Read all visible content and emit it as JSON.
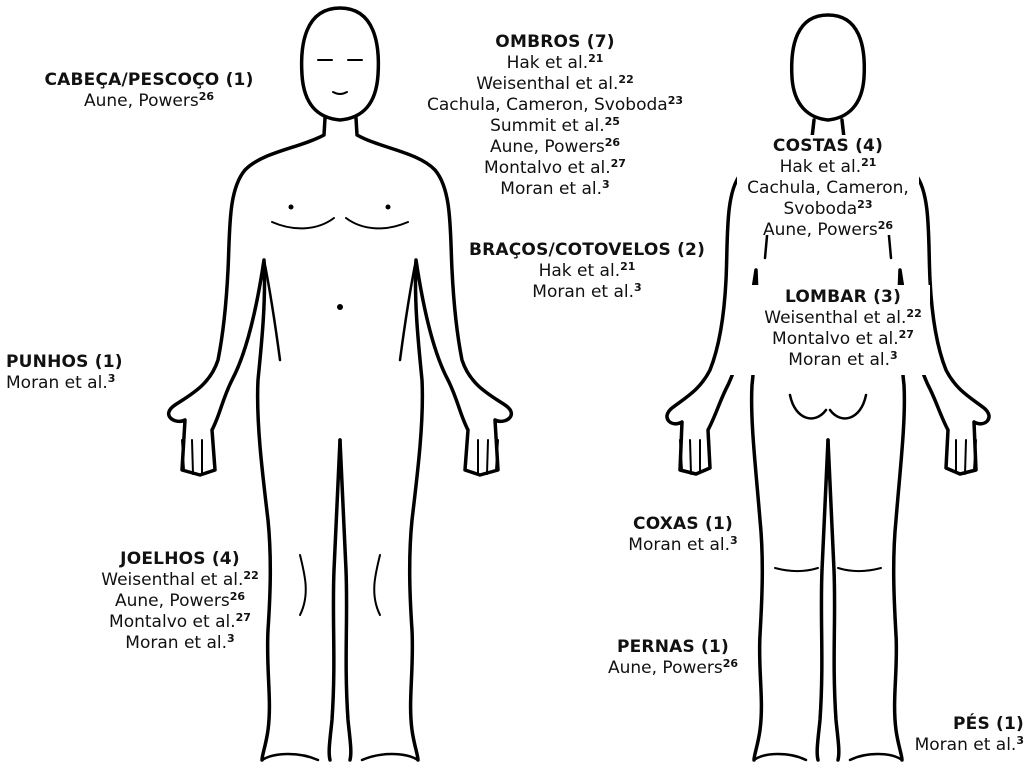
{
  "regions": {
    "head_neck": {
      "title": "CABEÇA/PESCOÇO (1)",
      "refs": [
        {
          "text": "Aune, Powers",
          "sup": "26"
        }
      ]
    },
    "shoulders": {
      "title": "OMBROS (7)",
      "refs": [
        {
          "text": "Hak et al.",
          "sup": "21"
        },
        {
          "text": "Weisenthal et al.",
          "sup": "22"
        },
        {
          "text": "Cachula, Cameron, Svoboda",
          "sup": "23"
        },
        {
          "text": "Summit et al.",
          "sup": "25"
        },
        {
          "text": "Aune, Powers",
          "sup": "26"
        },
        {
          "text": "Montalvo et al.",
          "sup": "27"
        },
        {
          "text": "Moran et al.",
          "sup": "3"
        }
      ]
    },
    "back": {
      "title": "COSTAS (4)",
      "refs": [
        {
          "text": "Hak et al.",
          "sup": "21"
        },
        {
          "text": "Cachula, Cameron,",
          "sup": ""
        },
        {
          "text": "Svoboda",
          "sup": "23"
        },
        {
          "text": "Aune, Powers",
          "sup": "26"
        }
      ]
    },
    "arms_elbows": {
      "title": "BRAÇOS/COTOVELOS (2)",
      "refs": [
        {
          "text": "Hak et al.",
          "sup": "21"
        },
        {
          "text": "Moran et al.",
          "sup": "3"
        }
      ]
    },
    "lumbar": {
      "title": "LOMBAR (3)",
      "refs": [
        {
          "text": "Weisenthal et al.",
          "sup": "22"
        },
        {
          "text": "Montalvo et al.",
          "sup": "27"
        },
        {
          "text": "Moran et al.",
          "sup": "3"
        }
      ]
    },
    "wrists": {
      "title": "PUNHOS (1)",
      "refs": [
        {
          "text": "Moran et al.",
          "sup": "3"
        }
      ]
    },
    "thighs": {
      "title": "COXAS (1)",
      "refs": [
        {
          "text": "Moran et al.",
          "sup": "3"
        }
      ]
    },
    "knees": {
      "title": "JOELHOS (4)",
      "refs": [
        {
          "text": "Weisenthal et al.",
          "sup": "22"
        },
        {
          "text": "Aune, Powers",
          "sup": "26"
        },
        {
          "text": "Montalvo et al.",
          "sup": "27"
        },
        {
          "text": "Moran et al.",
          "sup": "3"
        }
      ]
    },
    "legs": {
      "title": "PERNAS (1)",
      "refs": [
        {
          "text": "Aune, Powers",
          "sup": "26"
        }
      ]
    },
    "feet": {
      "title": "PÉS (1)",
      "refs": [
        {
          "text": "Moran et al.",
          "sup": "3"
        }
      ]
    }
  }
}
